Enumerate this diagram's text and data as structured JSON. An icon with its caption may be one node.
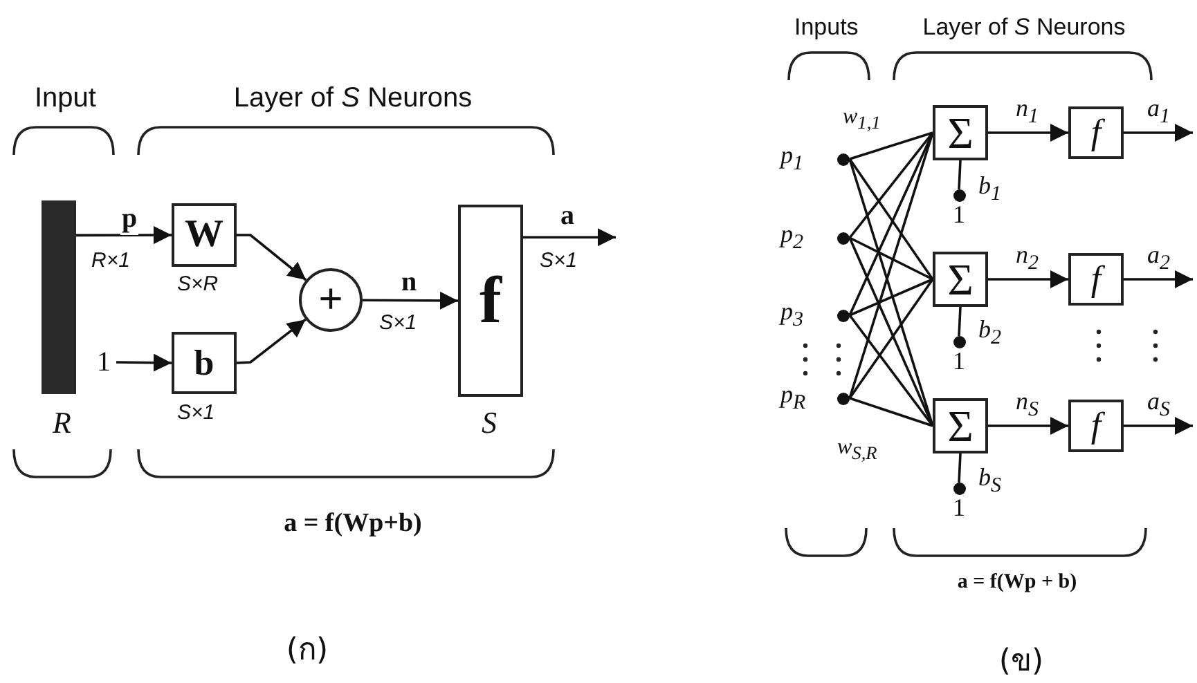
{
  "diagram": {
    "nodes": [
      {
        "text": [],
        "shape": "bar",
        "beside": [
          "R"
        ]
      },
      {
        "text": [
          "1"
        ]
      },
      {
        "text": [
          "W"
        ],
        "beside": [
          "S×R"
        ]
      },
      {
        "text": [
          "b"
        ],
        "beside": [
          "S×1"
        ]
      },
      {
        "text": [
          "+"
        ]
      },
      {
        "text": [
          "f"
        ],
        "beside": [
          "S"
        ]
      },
      {
        "text": [
          "*p*$_{1}$"
        ]
      },
      {
        "text": [
          "*p*$_{2}$"
        ]
      },
      {
        "text": [
          "*p*$_{3}$"
        ]
      },
      {
        "text": [
          "*p*$_{R}$"
        ]
      },
      {
        "text": [
          "Σ"
        ]
      },
      {
        "text": [
          "f"
        ]
      },
      {
        "text": [
          "1"
        ]
      },
      {
        "text": [
          "Σ"
        ]
      },
      {
        "text": [
          "f"
        ]
      },
      {
        "text": [
          "1"
        ]
      },
      {
        "text": [
          "Σ"
        ]
      },
      {
        "text": [
          "f"
        ]
      },
      {
        "text": [
          "1"
        ]
      }
    ],
    "edges": [
      {
        "from": 0,
        "to": 2,
        "arrow": "to",
        "label": "p"
      },
      {
        "from": 1,
        "to": 3,
        "arrow": "to"
      },
      {
        "from": 2,
        "to": 4,
        "arrow": "to"
      },
      {
        "from": 3,
        "to": 4,
        "arrow": "to"
      },
      {
        "from": 4,
        "to": 5,
        "arrow": "to",
        "label": "n"
      },
      {
        "from": 5,
        "to": null,
        "arrow": "to",
        "label": "a"
      },
      {
        "from": 6,
        "to": 10,
        "arrow": "none",
        "label": "*w*$_{1,1}$"
      },
      {
        "from": 6,
        "to": 13,
        "arrow": "none"
      },
      {
        "from": 6,
        "to": 16,
        "arrow": "none"
      },
      {
        "from": 7,
        "to": 10,
        "arrow": "none"
      },
      {
        "from": 7,
        "to": 13,
        "arrow": "none"
      },
      {
        "from": 7,
        "to": 16,
        "arrow": "none"
      },
      {
        "from": 8,
        "to": 10,
        "arrow": "none"
      },
      {
        "from": 8,
        "to": 13,
        "arrow": "none"
      },
      {
        "from": 8,
        "to": 16,
        "arrow": "none"
      },
      {
        "from": 9,
        "to": 10,
        "arrow": "none"
      },
      {
        "from": 9,
        "to": 13,
        "arrow": "none"
      },
      {
        "from": 9,
        "to": 16,
        "arrow": "none",
        "label": "*w*$_{S,R}$"
      },
      {
        "from": 10,
        "to": 11,
        "arrow": "to",
        "label": "*n*$_{1}$"
      },
      {
        "from": 11,
        "to": null,
        "arrow": "to",
        "label": "*a*$_{1}$"
      },
      {
        "from": 12,
        "to": 10,
        "arrow": "none",
        "label": "*b*$_{1}$"
      },
      {
        "from": 13,
        "to": 14,
        "arrow": "to",
        "label": "*n*$_{2}$"
      },
      {
        "from": 14,
        "to": null,
        "arrow": "to",
        "label": "*a*$_{2}$"
      },
      {
        "from": 15,
        "to": 13,
        "arrow": "none",
        "label": "*b*$_{2}$"
      },
      {
        "from": 16,
        "to": 17,
        "arrow": "to",
        "label": "*n*$_{S}$"
      },
      {
        "from": 17,
        "to": null,
        "arrow": "to",
        "label": "*a*$_{S}$"
      },
      {
        "from": 18,
        "to": 16,
        "arrow": "none",
        "label": "*b*$_{S}$"
      }
    ],
    "labels": [
      "Input",
      "Layer of *S* Neurons",
      "R×1",
      "S×1",
      "S×1",
      "a = f(Wp+b)",
      "(ก)",
      "Inputs",
      "Layer of *S* Neurons",
      "a = f(Wp + b)",
      "(ข)"
    ]
  }
}
